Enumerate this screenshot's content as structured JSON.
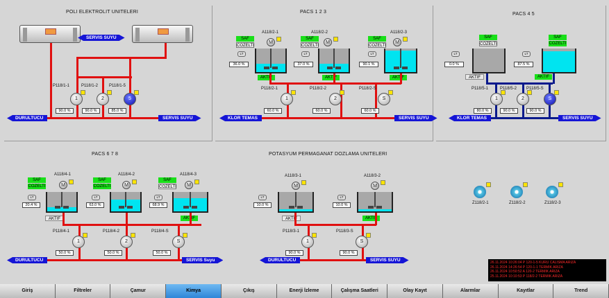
{
  "sections": {
    "poli": "POLI ELEKTROLIT UNITELERI",
    "pacs123": "PACS 1 2 3",
    "pacs45": "PACS 4 5",
    "pacs678": "PACS 6 7 8",
    "potasyum": "POTASYUM PERMAGANAT DOZLAMA UNITELERI"
  },
  "lines": {
    "servis_suyu": "SERVIS SUYU",
    "servis_suyu_mixed": "SERVIS Suyu",
    "durultucu": "DURULTUCU",
    "klor_temas": "KLOR TEMAS"
  },
  "poli": {
    "pumps": [
      {
        "tag": "P118/1-1",
        "num": "1",
        "val": "90.0 %"
      },
      {
        "tag": "P118/1-2",
        "num": "2",
        "val": "90.0 %"
      },
      {
        "tag": "P118/1-5",
        "num": "5",
        "val": "85.0 %"
      }
    ]
  },
  "pacs123": {
    "tanks": [
      {
        "tag": "A118/2-1",
        "motor": "M",
        "level": "36.0 %",
        "lt": "LT",
        "saf": "SAF",
        "cozelti": "COZELTI",
        "aktif": "AKTIF",
        "fill": 0.35
      },
      {
        "tag": "A118/2-2",
        "motor": "M",
        "level": "37.0 %",
        "lt": "LT",
        "saf": "SAF",
        "cozelti": "COZELTI",
        "aktif": "AKTIF",
        "fill": 0.36
      },
      {
        "tag": "A118/2-3",
        "motor": "M",
        "level": "90.1 %",
        "lt": "LT",
        "saf": "SAF",
        "cozelti": "COZELTI",
        "aktif": "AKTIF",
        "fill": 0.9
      }
    ],
    "pumps": [
      {
        "tag": "P118/2-1",
        "num": "1",
        "val": "60.0 %"
      },
      {
        "tag": "P118/2-2",
        "num": "2",
        "val": "60.0 %"
      },
      {
        "tag": "P118/2-S",
        "num": "S",
        "val": "60.0 %"
      }
    ]
  },
  "pacs45": {
    "tanks": [
      {
        "level": "0.0 %",
        "lt": "LT",
        "saf": "SAF",
        "cozelti": "COZELTI",
        "aktif": "AKTIF",
        "fill": 0
      },
      {
        "level": "87.5 %",
        "lt": "LT",
        "saf": "SAF",
        "cozelti": "COZELTI",
        "aktif": "AKTIF",
        "fill": 0.87
      }
    ],
    "pumps": [
      {
        "tag": "P118/5-1",
        "num": "1",
        "val": "80.0 %"
      },
      {
        "tag": "P118/5-2",
        "num": "2",
        "val": "90.0 %"
      },
      {
        "tag": "P118/5-S",
        "num": "S",
        "val": "90.0 %"
      }
    ]
  },
  "pacs678": {
    "tanks": [
      {
        "tag": "A118/4-1",
        "motor": "M",
        "level": "20.4 %",
        "lt": "LT",
        "saf": "SAF",
        "cozelti": "COZELTI",
        "fill": 0.2
      },
      {
        "tag": "A118/4-2",
        "motor": "M",
        "level": "63.0 %",
        "lt": "LT",
        "saf": "SAF",
        "cozelti": "COZELTI",
        "fill": 0.62
      },
      {
        "tag": "A118/4-3",
        "motor": "M",
        "level": "68.9 %",
        "lt": "LT",
        "saf": "SAF",
        "cozelti": "COZELTI",
        "fill": 0.68
      }
    ],
    "aktif": [
      "AKTIF",
      "AKTIF"
    ],
    "pumps": [
      {
        "tag": "P118/4-1",
        "num": "1",
        "val": "50.0 %"
      },
      {
        "tag": "P118/4-2",
        "num": "2",
        "val": "50.0 %"
      },
      {
        "tag": "P118/4-S",
        "num": "S",
        "val": "50.0 %"
      }
    ]
  },
  "potasyum": {
    "tanks": [
      {
        "tag": "A118/3-1",
        "motor": "M",
        "level": "10.0 %",
        "lt": "LT",
        "aktif": "AKTIF",
        "fill": 0.1
      },
      {
        "tag": "A118/3-2",
        "motor": "M",
        "level": "10.0 %",
        "lt": "LT",
        "aktif": "AKTIF",
        "fill": 0.1
      }
    ],
    "pumps": [
      {
        "tag": "P118/3-1",
        "num": "1",
        "val": "90.0 %"
      },
      {
        "tag": "P118/3-S",
        "num": "S",
        "val": "90.0 %"
      }
    ]
  },
  "fans": [
    {
      "tag": "Z118/2-1"
    },
    {
      "tag": "Z118/2-2"
    },
    {
      "tag": "Z118/2-3"
    }
  ],
  "alarms": [
    "26.11.2024 10:26:04 P 120-1-5 KURU CALISMA ARIZA",
    "26.11.2024 14:26:54 P 120-1-1 TERMIK ARIZA",
    "26.11.2024 10:50:52 A 120-2 TERMIK ARIZA",
    "25.11.2024 10:10:53 P 118/2-2 TERMIK ARIZA"
  ],
  "tabs": [
    "Giriş",
    "Filtreler",
    "Çamur",
    "Kimya",
    "Çıkış",
    "Enerji İzleme",
    "Çalışma Saatleri",
    "Olay Kayıt",
    "Alarmlar",
    "Kayıtlar",
    "Trend"
  ],
  "active_tab": "Kimya",
  "colors": {
    "pipe_red": "#e01010",
    "pipe_blue": "#0a1a8c",
    "water": "#00e4f0",
    "active_tab": "#2e86d8",
    "aktif_green": "#19e019"
  }
}
